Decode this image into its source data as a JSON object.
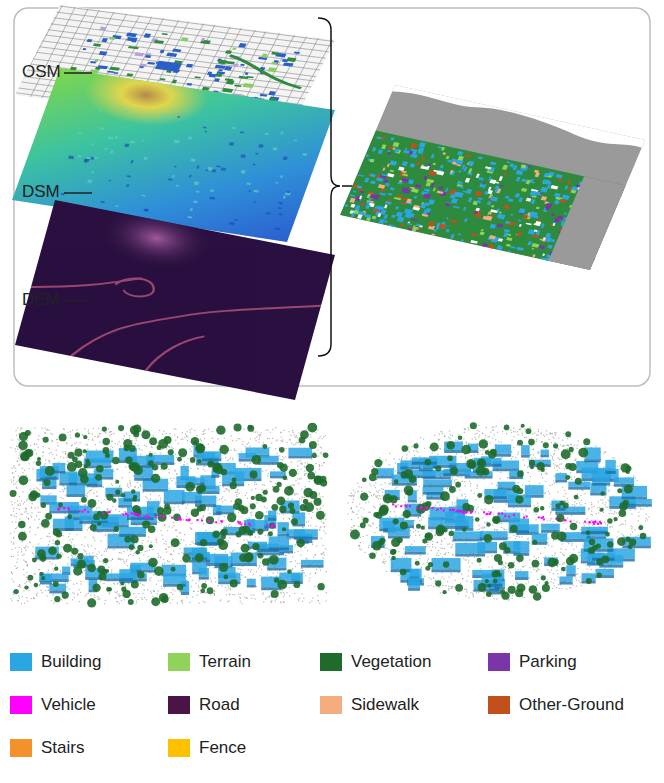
{
  "diagram": {
    "labels": [
      "OSM",
      "DSM",
      "DEM"
    ],
    "legend": [
      {
        "text": "Building",
        "color": "#2aa6e3"
      },
      {
        "text": "Terrain",
        "color": "#8fd35a"
      },
      {
        "text": "Vegetation",
        "color": "#1e6b2c"
      },
      {
        "text": "Parking",
        "color": "#7a36a8"
      },
      {
        "text": "Vehicle",
        "color": "#ff00ff"
      },
      {
        "text": "Road",
        "color": "#4b1446"
      },
      {
        "text": "Sidewalk",
        "color": "#f4ad7e"
      },
      {
        "text": "Other-Ground",
        "color": "#c2501b"
      },
      {
        "text": "Stairs",
        "color": "#f5912c"
      },
      {
        "text": "Fence",
        "color": "#ffc000"
      }
    ]
  }
}
